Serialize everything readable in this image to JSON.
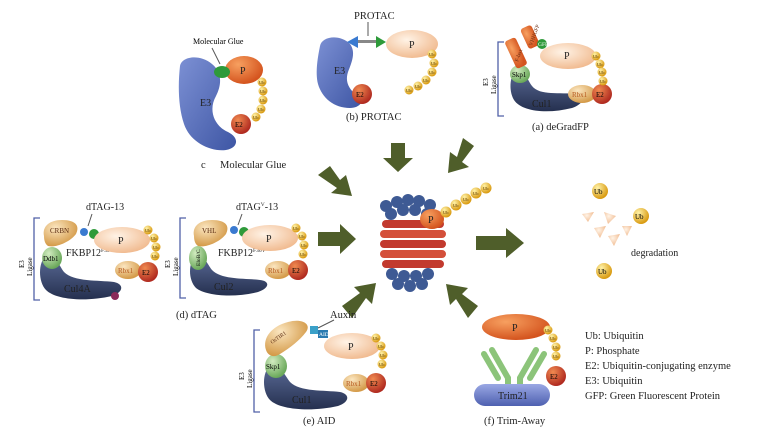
{
  "panels": {
    "a": {
      "caption": "(a) deGradFP",
      "e3": "E3",
      "ligase": "Ligase",
      "fbox": "F-box",
      "vhhgfp": "VHHGFP",
      "gfp": "GFP",
      "skp1": "Skp1",
      "cul1": "Cul1",
      "rbx1": "Rbx1",
      "e2": "E2",
      "p": "P"
    },
    "b": {
      "caption": "(b) PROTAC",
      "protac": "PROTAC",
      "e3": "E3",
      "e2": "E2",
      "p": "P"
    },
    "c": {
      "caption_letter": "c",
      "caption_text": "Molecular Glue",
      "glue": "Molecular Glue",
      "e3": "E3",
      "e2": "E2",
      "p": "P"
    },
    "d1": {
      "e3": "E3",
      "ligase": "Ligase",
      "crbn": "CRBN",
      "ddb1": "Ddb1",
      "cul4a": "Cul4A",
      "rbx1": "Rbx1",
      "e2": "E2",
      "p": "P",
      "dtag": "dTAG-13",
      "fkbp": "FKBP12",
      "fkbp_sup": "F36V"
    },
    "d2": {
      "caption": "(d) dTAG",
      "e3": "E3",
      "ligase": "Ligase",
      "vhl": "VHL",
      "elo": "EloB/C",
      "cul2": "Cul2",
      "rbx1": "Rbx1",
      "e2": "E2",
      "p": "P",
      "dtag": "dTAG",
      "dtag_sup": "V",
      "dtag_tail": "-13",
      "fkbp": "FKBP12",
      "fkbp_sup": "F36V"
    },
    "e": {
      "caption": "(e) AID",
      "auxin": "Auxin",
      "e3": "E3",
      "ligase": "Ligase",
      "ostir": "OsTIR1",
      "skp1": "Skp1",
      "cul1": "Cul1",
      "rbx1": "Rbx1",
      "e2": "E2",
      "p": "P",
      "aid": "AID"
    },
    "f": {
      "caption": "(f) Trim-Away",
      "trim21": "Trim21",
      "e2": "E2",
      "p": "P"
    }
  },
  "center": {
    "p": "P"
  },
  "ub": "Ub",
  "degradation": "degradation",
  "legend": [
    "Ub: Ubiquitin",
    "P: Phosphate",
    "E2: Ubiquitin-conjugating enzyme",
    "E3: Ubiquitin",
    "GFP: Green Fluorescent Protein"
  ],
  "colors": {
    "blue": "#5a70b8",
    "navy": "#2f3d6b",
    "orange": "#e06a2b",
    "peach": "#f5c7a0",
    "yellow": "#e8b52a",
    "green": "#8cc47a",
    "tan": "#e8c083",
    "red": "#c8322a",
    "arrow": "#4f5e2a",
    "proteasome": "#c23a2e",
    "protblue": "#3e5a94"
  }
}
